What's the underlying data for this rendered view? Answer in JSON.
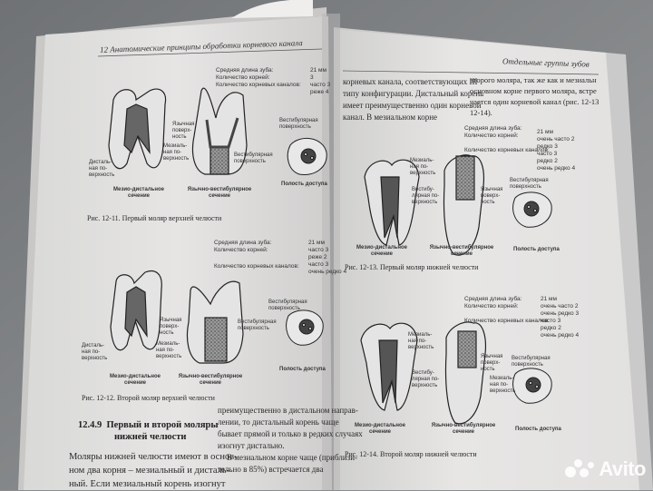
{
  "left_page": {
    "header": "12  Анатомические принципы обработки корневого канала",
    "figure1": {
      "stats": [
        "Средняя длина зуба:",
        "Количество корней:",
        "Количество корневых каналов:"
      ],
      "stat_values": [
        "21 мм",
        "3",
        "часто 3",
        "реже 4"
      ],
      "labels": {
        "distal": "Дисталь-ная по-верхность",
        "mesial": "Мезиаль-ная по-верхность",
        "lingual": "Язычная поверх-ность",
        "vestibular": "Вестибулярная поверхность",
        "vestibular2": "Вестибулярная поверхность"
      },
      "section1": "Мезио-дистальное сечение",
      "section2": "Язычно-вестибулярное сечение",
      "access": "Полость доступа",
      "caption": "Рис. 12-11. Первый моляр верхней челюсти"
    },
    "figure2": {
      "stats": [
        "Средняя длина зуба:",
        "Количество корней:",
        "Количество корневых каналов:"
      ],
      "stat_values": [
        "21 мм",
        "часто 3",
        "реже 2",
        "часто 3",
        "очень редко 4"
      ],
      "labels": {
        "distal": "Дисталь-ная по-верхность",
        "mesial": "Мезиаль-ная по-верхность",
        "lingual": "Язычная поверх-ность",
        "vestibular": "Вестибулярная поверхность",
        "vestibular2": "Вестибулярная поверхность"
      },
      "section1": "Мезио-дистальное сечение",
      "section2": "Язычно-вестибулярное сечение",
      "access": "Полость доступа",
      "caption": "Рис. 12-12. Второй моляр верхней челюсти"
    },
    "section_heading_num": "12.4.9",
    "section_heading": [
      "Первый и второй моляры",
      "нижней челюсти"
    ],
    "body_lines": [
      "Моляры нижней челюсти имеют в основ-",
      "ном два корня – мезиальный и дисталь-",
      "ный. Если мезиальный корень изогнут"
    ],
    "body_right_lines": [
      "преимущественно в дистальном направ-",
      "лении, то дистальный корень чаще",
      "бывает прямой и только в редких случаях",
      "изогнут дистально.",
      "В мезиальном корне чаще (приблизи-",
      "тельно в 85%) встречается два"
    ]
  },
  "right_page": {
    "header": "Отдельные группы зубов",
    "top_lines": [
      "корневых канала, соответствующих III",
      "типу конфигурации. Дистальный корень",
      "имеет преимущественно один корневой",
      "канал. В мезиальном корне"
    ],
    "top_lines2": [
      "второго моляра, так же как и мезиальн",
      "основном корне первого моляра, встре",
      "чается один корневой канал (рис. 12-13",
      "12-14)."
    ],
    "figure1": {
      "stats": [
        "Средняя длина зуба:",
        "Количество корней:",
        "Количество корневых каналов:"
      ],
      "stat_values": [
        "21 мм",
        "очень часто 2",
        "редко 3",
        "часто 3",
        "редко 2",
        "очень редко 4"
      ],
      "labels": {
        "mesial": "Мезиаль-ная по-верхность",
        "vestibular": "Вестибу-лярная по-верхность",
        "lingual": "Язычная поверх-ность",
        "vestibular2": "Вестибулярная поверхность"
      },
      "section1": "Мезио-дистальное сечение",
      "section2": "Язычно-вестибулярное сечение",
      "access": "Полость доступа",
      "caption": "Рис. 12-13. Первый моляр нижней челюсти"
    },
    "figure2": {
      "stats": [
        "Средняя длина зуба:",
        "Количество корней:",
        "Количество корневых каналов:"
      ],
      "stat_values": [
        "21 мм",
        "очень часто 2",
        "очень редко 3",
        "часто 3",
        "редко 2",
        "очень редко 4"
      ],
      "labels": {
        "mesial": "Мезиаль-ная по-верхность",
        "vestibular": "Вестибу-лярная по-верхность",
        "lingual": "Язычная поверх-ность",
        "vestibular2": "Вестибулярная поверхность",
        "mesial2": "Мезиаль-ная по-верхность"
      },
      "section1": "Мезио-дистальное сечение",
      "section2": "Язычно-вестибулярное сечение",
      "access": "Полость доступа",
      "caption": "Рис. 12-14. Второй моляр нижней челюсти"
    }
  },
  "watermark": "Avito",
  "colors": {
    "paper": "#ecebea",
    "ink": "#2b2b2b",
    "dentin": "#bdbdbd",
    "pulp": "#555555"
  }
}
